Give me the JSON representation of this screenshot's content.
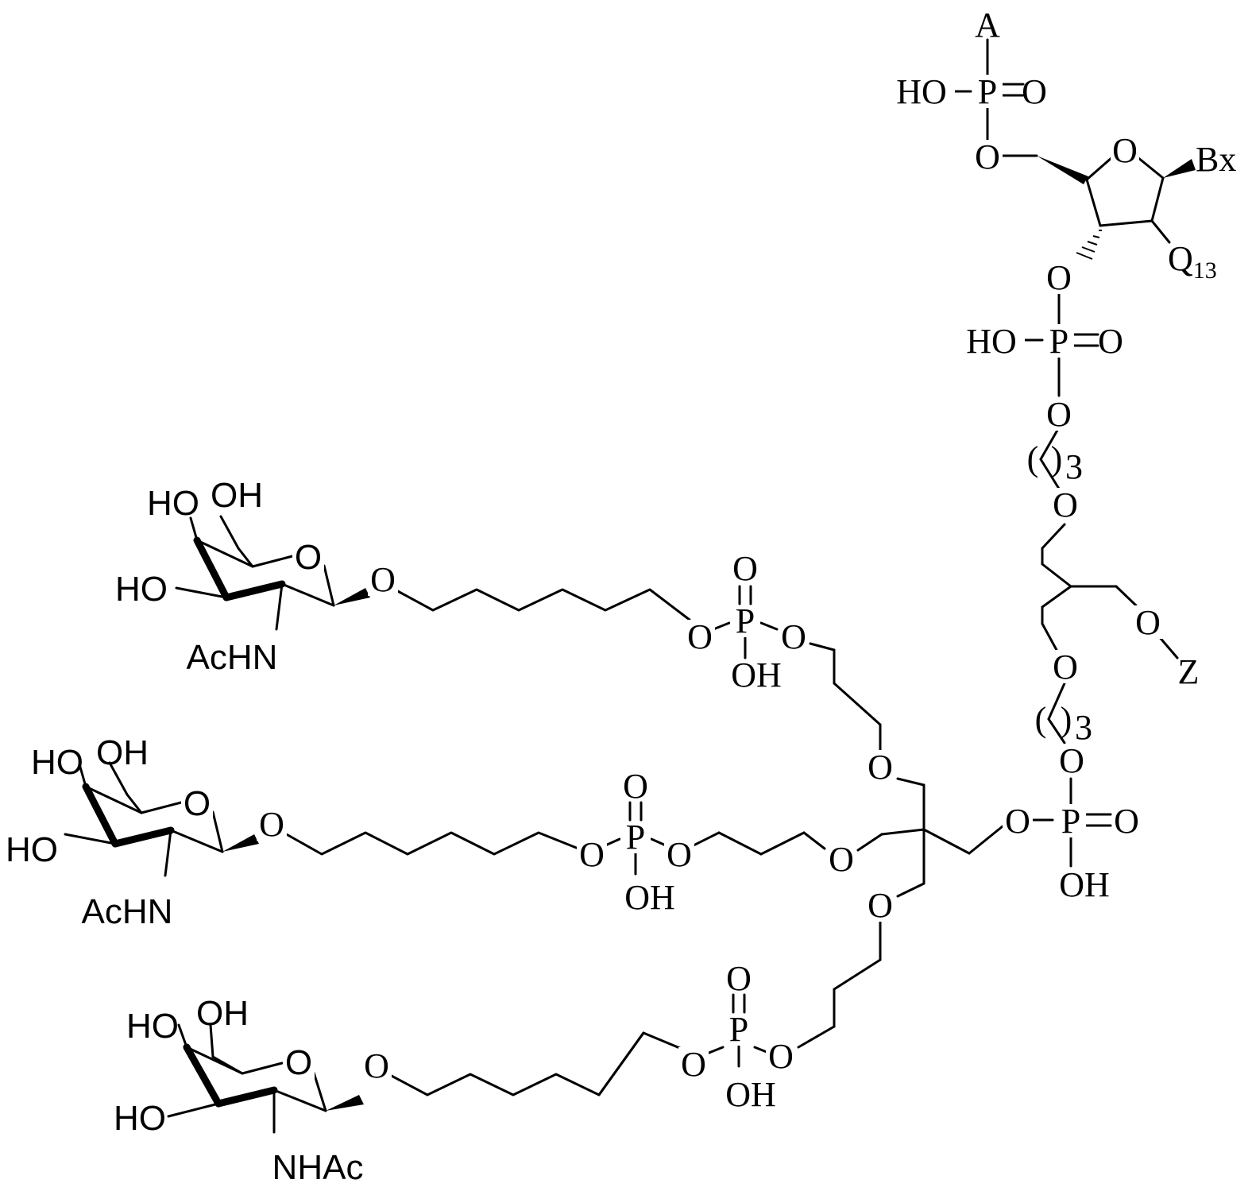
{
  "structure": {
    "top_phosphate": {
      "substituent": "A",
      "hydroxyl": "HO",
      "phosphorus": "P",
      "oxo": "O",
      "ester_oxygen": "O"
    },
    "nucleoside": {
      "ring_oxygen": "O",
      "base": "Bx",
      "substituent": "Q",
      "substituent_subscript": "13",
      "ester_oxygen": "O"
    },
    "linker_phosphate": {
      "hydroxyl": "HO",
      "phosphorus": "P",
      "oxo": "O",
      "ester_oxygen": "O"
    },
    "spacer_upper": {
      "open_paren": "(",
      "close_paren": ")",
      "repeat": "3",
      "ether_oxygen": "O"
    },
    "glycerol": {
      "ether_oxygen": "O",
      "end_group": "Z"
    },
    "spacer_lower": {
      "ether_oxygen": "O",
      "open_paren": "(",
      "close_paren": ")",
      "repeat": "3",
      "ester_oxygen": "O"
    },
    "core_phosphate": {
      "ester_oxygen": "O",
      "phosphorus": "P",
      "oxo": "O",
      "hydroxyl": "OH"
    },
    "arm1": {
      "sugar": {
        "hydroxyl_a": "HO",
        "hydroxyl_b": "OH",
        "hydroxyl_c": "HO",
        "ring_oxygen": "O",
        "amide": "AcHN"
      },
      "glycosidic_oxygen": "O",
      "phosphate": {
        "oxo": "O",
        "phosphorus": "P",
        "left_oxygen": "O",
        "right_oxygen": "O",
        "hydroxyl": "OH"
      },
      "core_ether_oxygen": "O"
    },
    "arm2": {
      "sugar": {
        "hydroxyl_a": "HO",
        "hydroxyl_b": "OH",
        "hydroxyl_c": "HO",
        "ring_oxygen": "O",
        "amide": "AcHN"
      },
      "glycosidic_oxygen": "O",
      "phosphate": {
        "oxo": "O",
        "phosphorus": "P",
        "left_oxygen": "O",
        "right_oxygen": "O",
        "hydroxyl": "OH"
      },
      "core_ether_oxygen": "O"
    },
    "arm3": {
      "sugar": {
        "hydroxyl_a": "HO",
        "hydroxyl_b": "OH",
        "hydroxyl_c": "HO",
        "ring_oxygen": "O",
        "amide": "NHAc"
      },
      "glycosidic_oxygen": "O",
      "phosphate": {
        "oxo": "O",
        "phosphorus": "P",
        "left_oxygen": "O",
        "right_oxygen": "O",
        "hydroxyl": "OH"
      },
      "core_ether_oxygen": "O"
    }
  }
}
